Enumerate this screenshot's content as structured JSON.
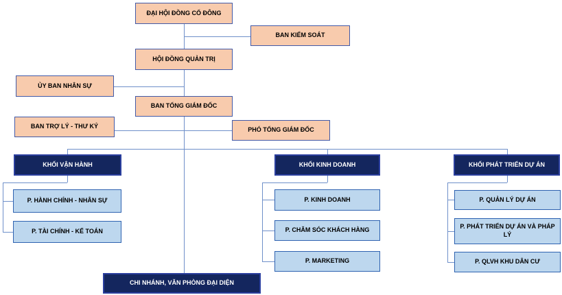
{
  "diagram": {
    "type": "org-chart",
    "language": "vi",
    "colors": {
      "executive_fill": "#F8CBAD",
      "executive_border": "#4159A7",
      "division_fill": "#14265E",
      "division_border": "#2B3F9F",
      "department_fill": "#BDD7EE",
      "department_border": "#2E62B0",
      "connector_line": "#6E8FC9",
      "background": "#FFFFFF"
    },
    "nodes": {
      "shareholders": "ĐẠI HỘI ĐỒNG CỔ ĐÔNG",
      "supervisory_board": "BAN KIỂM SOÁT",
      "board_of_directors": "HỘI ĐỒNG QUẢN TRỊ",
      "hr_committee": "ỦY BAN NHÂN SỰ",
      "general_directors_board": "BAN TỔNG GIÁM ĐỐC",
      "assistant_secretary_board": "BAN TRỢ LÝ - THƯ KÝ",
      "deputy_general_director": "PHÓ TỔNG GIÁM ĐỐC",
      "operations_division": "KHỐI VẬN HÀNH",
      "business_division": "KHỐI KINH DOANH",
      "project_development_division": "KHỐI PHÁT TRIỂN DỰ ÁN",
      "admin_hr_dept": "P. HÀNH CHÍNH - NHÂN SỰ",
      "finance_accounting_dept": "P. TÀI CHÍNH - KẾ TOÁN",
      "sales_dept": "P. KINH DOANH",
      "customer_care_dept": "P. CHĂM SÓC KHÁCH HÀNG",
      "marketing_dept": "P. MARKETING",
      "project_management_dept": "P. QUẢN LÝ DỰ ÁN",
      "project_dev_legal_dept": "P. PHÁT TRIỂN DỰ ÁN VÀ PHÁP LÝ",
      "residential_area_mgmt_dept": "P. QLVH KHU DÂN CƯ",
      "branches_rep_offices": "CHI NHÁNH, VĂN PHÒNG ĐẠI DIỆN"
    },
    "edges": [
      [
        "shareholders",
        "supervisory_board"
      ],
      [
        "shareholders",
        "board_of_directors"
      ],
      [
        "board_of_directors",
        "hr_committee"
      ],
      [
        "board_of_directors",
        "general_directors_board"
      ],
      [
        "general_directors_board",
        "assistant_secretary_board"
      ],
      [
        "general_directors_board",
        "deputy_general_director"
      ],
      [
        "general_directors_board",
        "operations_division"
      ],
      [
        "general_directors_board",
        "business_division"
      ],
      [
        "general_directors_board",
        "project_development_division"
      ],
      [
        "general_directors_board",
        "branches_rep_offices"
      ],
      [
        "operations_division",
        "admin_hr_dept"
      ],
      [
        "operations_division",
        "finance_accounting_dept"
      ],
      [
        "business_division",
        "sales_dept"
      ],
      [
        "business_division",
        "customer_care_dept"
      ],
      [
        "business_division",
        "marketing_dept"
      ],
      [
        "project_development_division",
        "project_management_dept"
      ],
      [
        "project_development_division",
        "project_dev_legal_dept"
      ],
      [
        "project_development_division",
        "residential_area_mgmt_dept"
      ]
    ]
  }
}
